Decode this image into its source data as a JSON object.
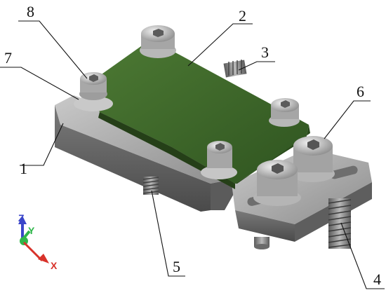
{
  "callouts": {
    "c1": "1",
    "c2": "2",
    "c3": "3",
    "c4": "4",
    "c5": "5",
    "c6": "6",
    "c7": "7",
    "c8": "8"
  },
  "triad": {
    "x_label": "X",
    "y_label": "Y",
    "z_label": "Z",
    "x_color": "#d8322a",
    "y_color": "#2fb64a",
    "z_color": "#3b46c9"
  },
  "colors": {
    "plate": "#3f6a2a",
    "metal": "#9a9a9a",
    "metal_dark": "#5f5f5f"
  }
}
